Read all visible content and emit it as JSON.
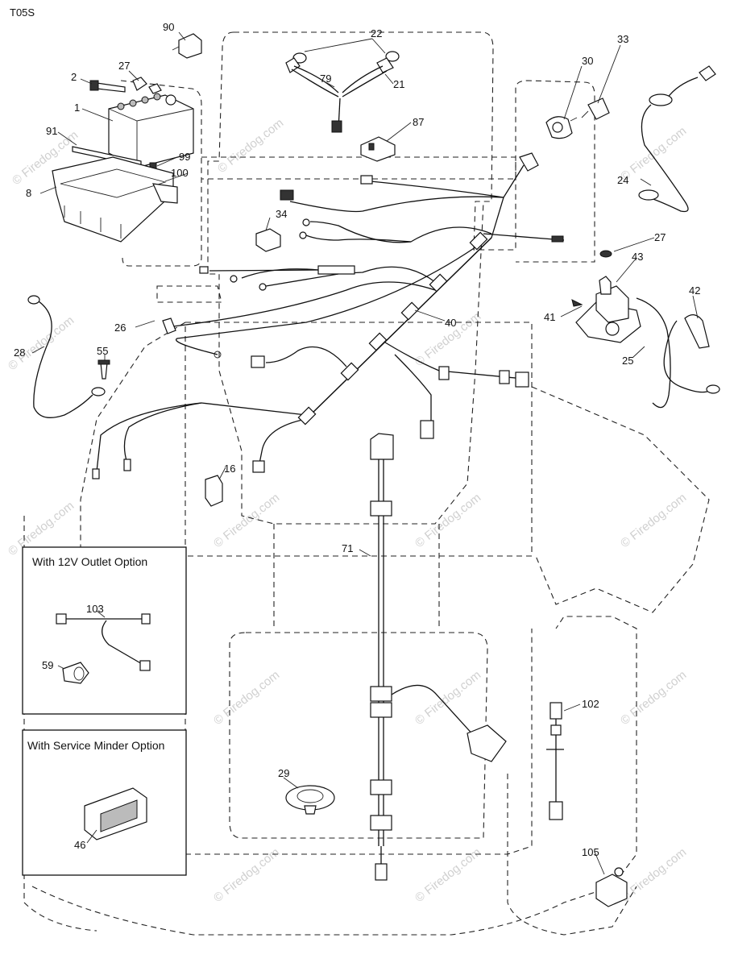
{
  "diagram_code": "T05S",
  "watermark": "© Firedog.com",
  "option_boxes": {
    "outlet": {
      "title": "With 12V Outlet Option"
    },
    "service": {
      "title": "With Service Minder Option"
    }
  },
  "callouts": {
    "c90": "90",
    "c22": "22",
    "c33": "33",
    "c27a": "27",
    "c2": "2",
    "c30": "30",
    "c79": "79",
    "c21": "21",
    "c1": "1",
    "c87": "87",
    "c91": "91",
    "c99": "99",
    "c100": "100",
    "c8": "8",
    "c24": "24",
    "c34": "34",
    "c27b": "27",
    "c43": "43",
    "c42": "42",
    "c41": "41",
    "c26": "26",
    "c40": "40",
    "c28": "28",
    "c55": "55",
    "c25": "25",
    "c16": "16",
    "c71": "71",
    "c103": "103",
    "c59": "59",
    "c102": "102",
    "c29": "29",
    "c46": "46",
    "c105": "105"
  }
}
